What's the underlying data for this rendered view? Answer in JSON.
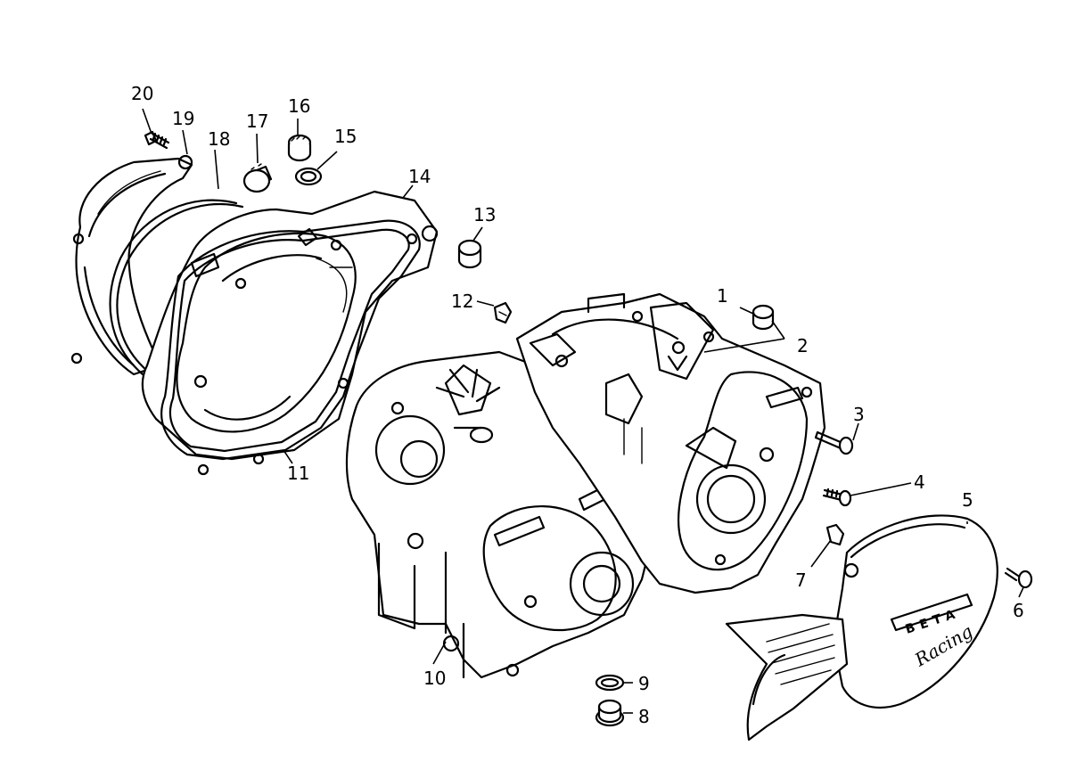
{
  "diagram": {
    "callouts": [
      {
        "id": "1",
        "text": "1"
      },
      {
        "id": "2",
        "text": "2"
      },
      {
        "id": "3",
        "text": "3"
      },
      {
        "id": "4",
        "text": "4"
      },
      {
        "id": "5",
        "text": "5"
      },
      {
        "id": "6",
        "text": "6"
      },
      {
        "id": "7",
        "text": "7"
      },
      {
        "id": "8",
        "text": "8"
      },
      {
        "id": "9",
        "text": "9"
      },
      {
        "id": "10",
        "text": "10"
      },
      {
        "id": "11",
        "text": "11"
      },
      {
        "id": "12",
        "text": "12"
      },
      {
        "id": "13",
        "text": "13"
      },
      {
        "id": "14",
        "text": "14"
      },
      {
        "id": "15",
        "text": "15"
      },
      {
        "id": "16",
        "text": "16"
      },
      {
        "id": "17",
        "text": "17"
      },
      {
        "id": "18",
        "text": "18"
      },
      {
        "id": "19",
        "text": "19"
      },
      {
        "id": "20",
        "text": "20"
      }
    ],
    "cover_logo_text": "BETA",
    "cover_script_text": "Racing"
  }
}
